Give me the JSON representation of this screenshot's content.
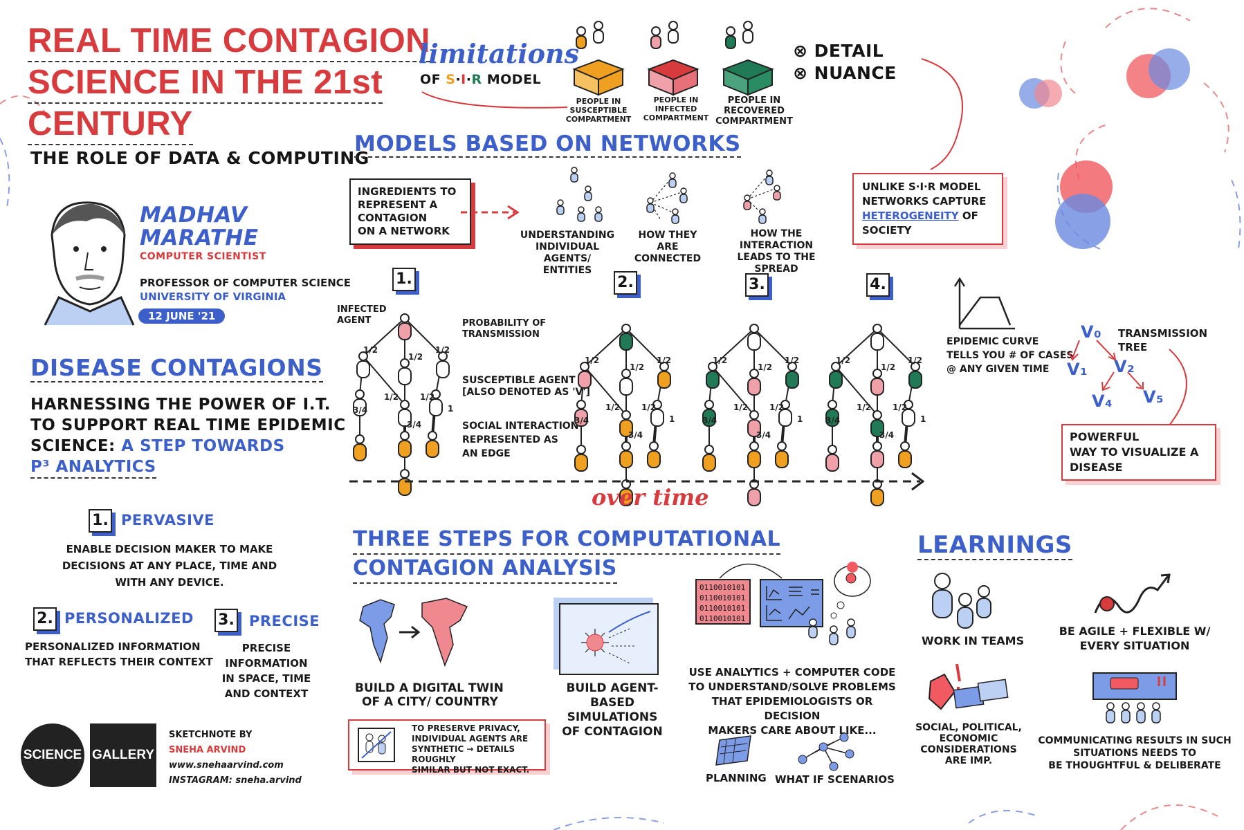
{
  "colors": {
    "red": "#d83b3d",
    "blue": "#3c5fc9",
    "orange": "#f0a020",
    "green": "#1f7a55",
    "pink": "#f0a0a8"
  },
  "title": {
    "line1": "REAL TIME CONTAGION",
    "line2": "SCIENCE IN THE 21st",
    "line3": "CENTURY",
    "subtitle": "THE ROLE OF DATA & COMPUTING"
  },
  "speaker": {
    "first": "MADHAV",
    "last": "MARATHE",
    "role": "COMPUTER SCIENTIST",
    "position": "PROFESSOR OF COMPUTER SCIENCE",
    "university": "UNIVERSITY OF VIRGINIA",
    "date": "12 JUNE '21"
  },
  "disease": {
    "heading": "DISEASE CONTAGIONS",
    "line1": "HARNESSING THE POWER OF I.T.",
    "line2": "TO SUPPORT REAL TIME EPIDEMIC",
    "line3a": "SCIENCE:",
    "line3b": "A STEP TOWARDS",
    "line4": "P³ ANALYTICS"
  },
  "p3": [
    {
      "num": "1.",
      "title": "PERVASIVE",
      "text": [
        "ENABLE DECISION MAKER TO MAKE",
        "DECISIONS AT ANY PLACE, TIME AND",
        "WITH ANY DEVICE."
      ]
    },
    {
      "num": "2.",
      "title": "PERSONALIZED",
      "text": [
        "PERSONALIZED INFORMATION",
        "THAT REFLECTS THEIR CONTEXT"
      ]
    },
    {
      "num": "3.",
      "title": "PRECISE",
      "text": [
        "PRECISE INFORMATION",
        "IN SPACE, TIME",
        "AND CONTEXT"
      ]
    }
  ],
  "footer": {
    "logo_left": "SCIENCE",
    "logo_right": "GALLERY",
    "by": "SKETCHNOTE BY",
    "name": "SNEHA ARVIND",
    "web": "www.snehaarvind.com",
    "insta": "INSTAGRAM: sneha.arvind"
  },
  "limitations": {
    "title": "limitations",
    "sub_pre": "OF",
    "sub_s": "S",
    "sub_i": "I",
    "sub_r": "R",
    "sub_post": "MODEL",
    "boxes": [
      [
        "PEOPLE IN",
        "SUSCEPTIBLE",
        "COMPARTMENT"
      ],
      [
        "PEOPLE IN",
        "INFECTED",
        "COMPARTMENT"
      ],
      [
        "PEOPLE IN",
        "RECOVERED",
        "COMPARTMENT"
      ]
    ],
    "detail": "DETAIL",
    "nuance": "NUANCE"
  },
  "networks": {
    "heading": "MODELS BASED ON NETWORKS",
    "ingredients": [
      "INGREDIENTS TO",
      "REPRESENT A",
      "CONTAGION",
      "ON A NETWORK"
    ],
    "understanding": [
      "UNDERSTANDING",
      "INDIVIDUAL AGENTS/",
      "ENTITIES"
    ],
    "connected": [
      "HOW THEY",
      "ARE CONNECTED"
    ],
    "spread": [
      "HOW THE INTERACTION",
      "LEADS TO THE SPREAD"
    ],
    "unlike": [
      "UNLIKE S·I·R MODEL",
      "NETWORKS CAPTURE"
    ],
    "hetero": "HETEROGENEITY",
    "of": "OF",
    "society": "SOCIETY"
  },
  "steps": [
    "1.",
    "2.",
    "3.",
    "4."
  ],
  "graph_labels": {
    "infected": [
      "INFECTED",
      "AGENT"
    ],
    "prob": [
      "PROBABILITY OF",
      "TRANSMISSION"
    ],
    "susc": [
      "SUSCEPTIBLE AGENT",
      "[ALSO DENOTED AS 'V']"
    ],
    "edge": [
      "SOCIAL INTERACTION",
      "REPRESENTED AS",
      "AN EDGE"
    ],
    "half": "1/2",
    "tq": "3/4",
    "one": "1"
  },
  "over_time": "over time",
  "epi": {
    "text": [
      "EPIDEMIC CURVE",
      "TELLS YOU # OF CASES",
      "@ ANY GIVEN TIME"
    ]
  },
  "tree": {
    "title": [
      "TRANSMISSION",
      "TREE"
    ],
    "v0": "V₀",
    "v1": "V₁",
    "v2": "V₂",
    "v4": "V₄",
    "v5": "V₅",
    "box": [
      "POWERFUL",
      "WAY TO VISUALIZE A",
      "DISEASE"
    ]
  },
  "three": {
    "heading1": "THREE STEPS FOR COMPUTATIONAL",
    "heading2": "CONTAGION ANALYSIS",
    "twin": [
      "BUILD A DIGITAL TWIN",
      "OF A CITY/ COUNTRY"
    ],
    "abm": [
      "BUILD AGENT-BASED",
      "SIMULATIONS",
      "OF CONTAGION"
    ],
    "privacy": [
      "TO PRESERVE PRIVACY,",
      "INDIVIDUAL AGENTS ARE",
      "SYNTHETIC → DETAILS ROUGHLY",
      "SIMILAR BUT NOT EXACT."
    ],
    "binary": [
      "0110010101",
      "0110010101",
      "0110010101",
      "0110010101"
    ],
    "analytics": [
      "USE ANALYTICS + COMPUTER CODE",
      "TO UNDERSTAND/SOLVE PROBLEMS",
      "THAT EPIDEMIOLOGISTS OR DECISION",
      "MAKERS CARE ABOUT LIKE..."
    ],
    "planning": "PLANNING",
    "whatif": "WHAT IF SCENARIOS"
  },
  "learnings": {
    "heading": "LEARNINGS",
    "teams": "WORK IN TEAMS",
    "agile": [
      "BE AGILE + FLEXIBLE W/",
      "EVERY SITUATION"
    ],
    "social": [
      "SOCIAL, POLITICAL,",
      "ECONOMIC CONSIDERATIONS",
      "ARE IMP."
    ],
    "comm": [
      "COMMUNICATING RESULTS IN SUCH",
      "SITUATIONS NEEDS TO",
      "BE THOUGHTFUL & DELIBERATE"
    ]
  }
}
